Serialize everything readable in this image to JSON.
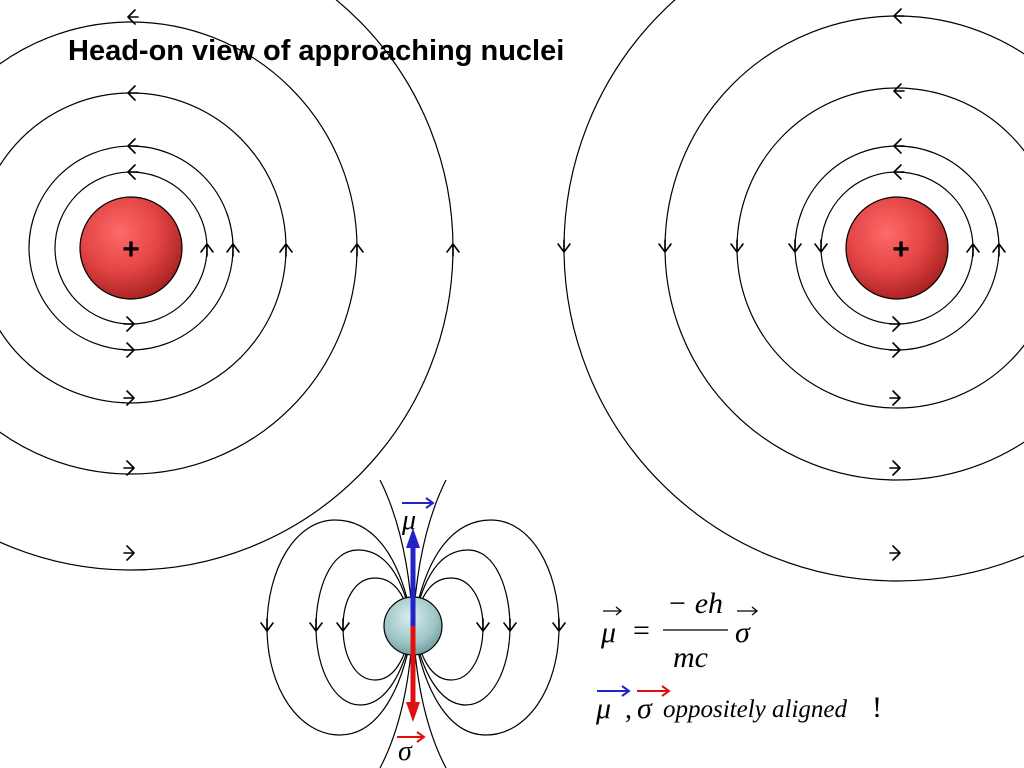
{
  "title": "Head-on view of approaching nuclei",
  "nucleus_charge_symbol": "+",
  "magnetic_moment_label": "μ",
  "spin_label": "σ",
  "equation": {
    "lhs": "μ",
    "equals": "=",
    "numerator": "− eh",
    "denominator": "mc",
    "rhs": "σ"
  },
  "aligned_note": {
    "mu": "μ",
    "comma": ",",
    "sigma": "σ",
    "text": "oppositely aligned",
    "exclaim": "!"
  },
  "colors": {
    "nucleus": "#d63a3a",
    "magnetic_moment": "#2323c8",
    "spin": "#e01010",
    "particle": "#9cc6c8"
  }
}
